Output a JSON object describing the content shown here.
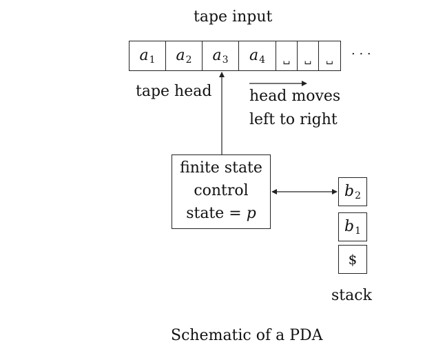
{
  "title": "tape input",
  "tape": {
    "cells": [
      {
        "sym": "a",
        "sub": "1"
      },
      {
        "sym": "a",
        "sub": "2"
      },
      {
        "sym": "a",
        "sub": "3"
      },
      {
        "sym": "a",
        "sub": "4"
      },
      {
        "sym": "␣",
        "sub": ""
      },
      {
        "sym": "␣",
        "sub": ""
      },
      {
        "sym": "␣",
        "sub": ""
      }
    ],
    "ellipsis": "· · ·",
    "head_label": "tape head",
    "moves_line1": "head moves",
    "moves_line2": "left to right"
  },
  "control": {
    "line1": "finite state",
    "line2": "control",
    "line3_prefix": "state = ",
    "line3_var": "p"
  },
  "stack": {
    "cells": [
      {
        "sym": "b",
        "sub": "2"
      },
      {
        "sym": "b",
        "sub": "1"
      },
      {
        "sym": "$",
        "sub": ""
      }
    ],
    "label": "stack"
  },
  "caption": "Schematic of a PDA"
}
